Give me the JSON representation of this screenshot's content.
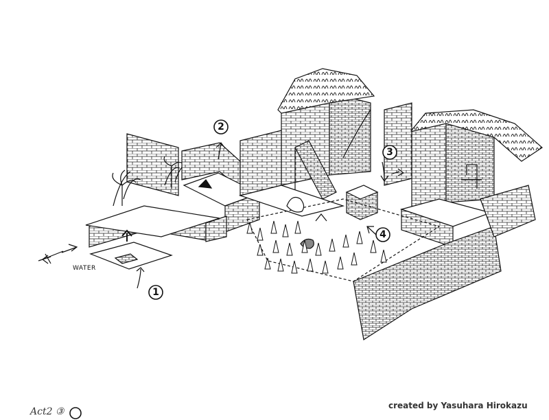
{
  "markers": [
    "1",
    "2",
    "3",
    "4"
  ],
  "labels": {
    "water": "WATER"
  },
  "credit": "created by Yasuhara Hirokazu",
  "act_note": "Act2 ③",
  "colors": {
    "ink": "#111111",
    "paper": "#ffffff"
  }
}
